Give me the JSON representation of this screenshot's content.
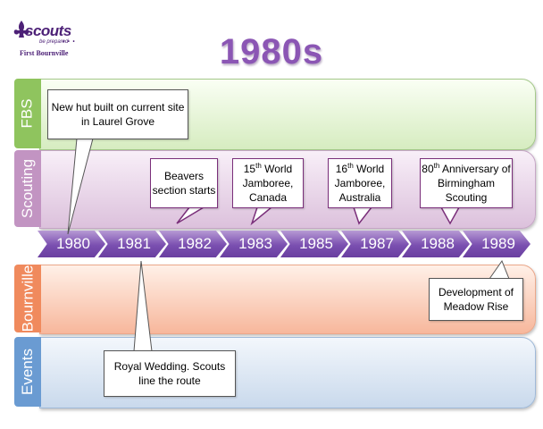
{
  "logo": {
    "brand": "scouts",
    "motto": "be prepared",
    "dots": "• • •",
    "group": "First Bournville",
    "color": "#4d2177"
  },
  "title": "1980s",
  "rows": {
    "fbs": "FBS",
    "scouting": "Scouting",
    "bournville": "Bournville",
    "events": "Events"
  },
  "years": [
    "1980",
    "1981",
    "1982",
    "1983",
    "1985",
    "1987",
    "1988",
    "1989"
  ],
  "callouts": {
    "hut": "New hut built on current site in Laurel Grove",
    "beavers": "Beavers section starts",
    "jamboree15": {
      "num": "15",
      "sup": "th",
      "text": " World Jamboree, Canada"
    },
    "jamboree16": {
      "num": "16",
      "sup": "th",
      "text": " World Jamboree, Australia"
    },
    "anniversary80": {
      "num": "80",
      "sup": "th",
      "text": " Anniversary of Birmingham Scouting"
    },
    "meadow": "Development of Meadow Rise",
    "royal": "Royal Wedding. Scouts line the route"
  },
  "colors": {
    "title": "#8b56b4",
    "fbs": "#8fc45e",
    "scouting": "#c294c2",
    "bournville": "#f08a5d",
    "events": "#6a9bd2",
    "timeline": "#7a4fb0"
  }
}
